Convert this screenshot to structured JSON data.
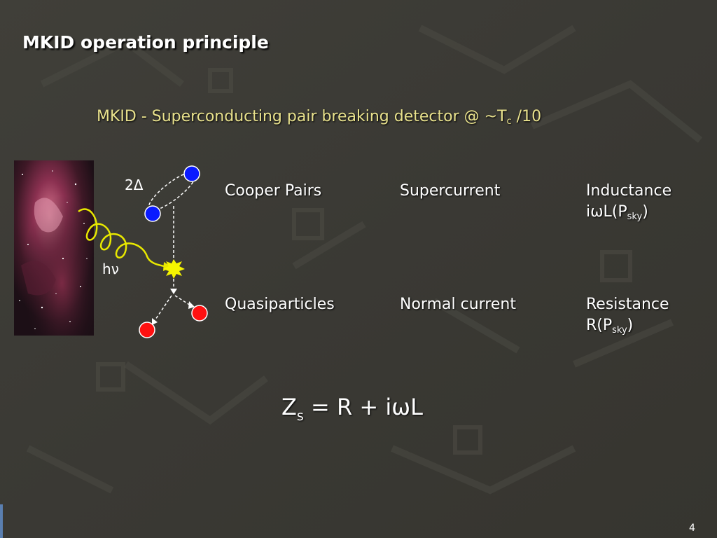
{
  "slide": {
    "title": "MKID operation principle",
    "subtitle_main": "MKID - Superconducting pair breaking detector @ ~T",
    "subtitle_sub": "c",
    "subtitle_tail": " /10",
    "page_number": "4"
  },
  "diagram": {
    "gap_label": "2Δ",
    "photon_label_h": "h",
    "photon_label_nu": "ν",
    "pair_color": "#0a1aff",
    "quasiparticle_color": "#ff1010",
    "photon_color": "#e8e800",
    "burst_color": "#f5f500"
  },
  "table": {
    "row1": {
      "col1": "Cooper Pairs",
      "col2": "Supercurrent",
      "col3_line1": "Inductance",
      "col3_line2_pre": "iωL(P",
      "col3_line2_sub": "sky",
      "col3_line2_post": ")"
    },
    "row2": {
      "col1": "Quasiparticles",
      "col2": "Normal current",
      "col3_line1": "Resistance",
      "col3_line2_pre": "R(P",
      "col3_line2_sub": "sky",
      "col3_line2_post": ")"
    }
  },
  "equation": {
    "lhs": "Z",
    "lhs_sub": "s",
    "rhs": " = R + iωL"
  },
  "colors": {
    "background": "#3b3a35",
    "subtitle": "#e8e18c"
  }
}
